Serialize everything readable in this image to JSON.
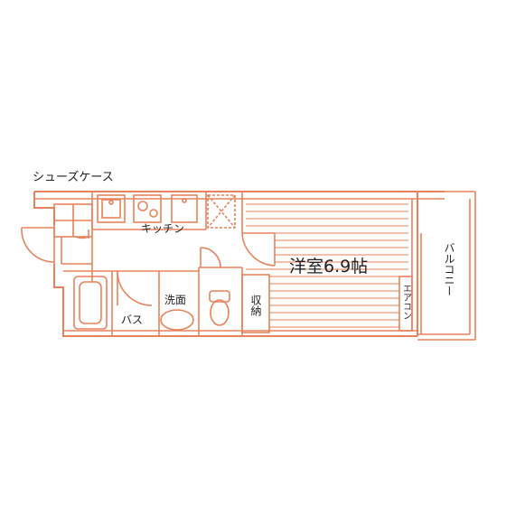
{
  "floorplan": {
    "line_color": "#e8825a",
    "fill_color": "#ffffff",
    "text_color": "#222222",
    "labels": {
      "shoes_case": "シューズケース",
      "kitchen": "キッチン",
      "western_room": "洋室6.9帖",
      "balcony": "バルコニー",
      "washroom": "洗面",
      "bath": "バス",
      "storage": "収納",
      "aircon": "エアコン"
    },
    "icons": [
      "sink-icon",
      "stove-icon",
      "fridge-icon",
      "bathtub-icon",
      "washbasin-icon",
      "toilet-icon",
      "door-swing-icon"
    ]
  }
}
